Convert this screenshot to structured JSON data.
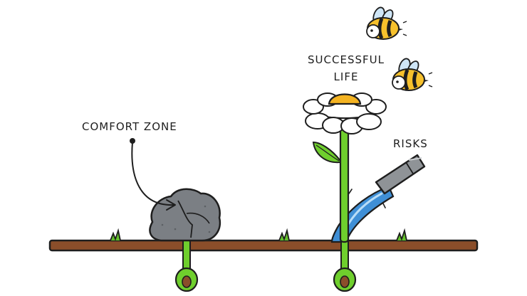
{
  "labels": {
    "successful_line1": "SUCCESSFUL",
    "successful_line2": "LIFE",
    "comfort_zone": "COMFORT ZONE",
    "risks": "RISKS"
  },
  "colors": {
    "ground": "#8b4e2a",
    "stem": "#6fcf2d",
    "rock": "#7b7f84",
    "water": "#3f8fd6",
    "flower_center": "#f4b321",
    "bee_yellow": "#f7c12c",
    "outline": "#1e1e1e"
  }
}
